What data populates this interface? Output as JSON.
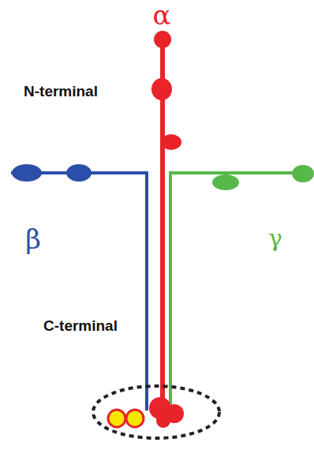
{
  "diagram": {
    "labels": [
      "α",
      "N-terminal",
      "β",
      "γ",
      "C-terminal"
    ]
  }
}
